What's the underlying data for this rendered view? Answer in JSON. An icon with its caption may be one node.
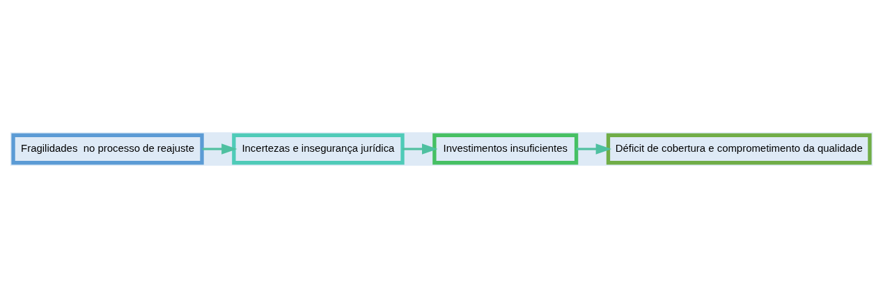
{
  "diagram": {
    "nodes": [
      {
        "text": [
          "Fragilidades  no processo de reajuste"
        ]
      },
      {
        "text": [
          "Incertezas e insegurança jurídica"
        ]
      },
      {
        "text": [
          "Investimentos insuficientes"
        ]
      },
      {
        "text": [
          "Déficit de cobertura e comprometimento da qualidade"
        ]
      }
    ],
    "edges": [
      {
        "from": 0,
        "to": 1,
        "arrow": "to"
      },
      {
        "from": 1,
        "to": 2,
        "arrow": "to"
      },
      {
        "from": 2,
        "to": 3,
        "arrow": "to"
      }
    ]
  }
}
